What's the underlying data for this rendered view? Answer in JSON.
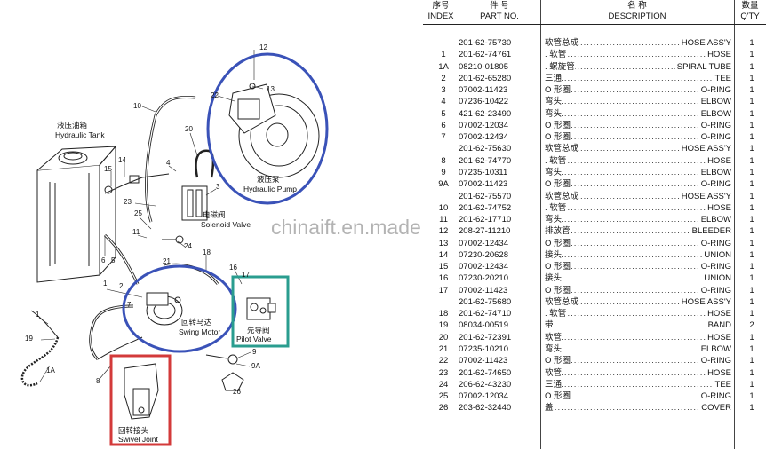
{
  "header": {
    "index_cn": "序号",
    "index_en": "INDEX",
    "partno_cn": "件    号",
    "partno_en": "PART NO.",
    "desc_cn": "名    称",
    "desc_en": "DESCRIPTION",
    "qty_cn": "数量",
    "qty_en": "Q'TY"
  },
  "rows": [
    {
      "idx": "",
      "pno": "201-62-75730",
      "cn": "软管总成",
      "en": "HOSE ASS'Y",
      "qty": "1"
    },
    {
      "idx": "1",
      "pno": "201-62-74761",
      "cn": ". 软管",
      "en": "HOSE",
      "qty": "1"
    },
    {
      "idx": "1A",
      "pno": "08210-01805",
      "cn": ". 螺旋管",
      "en": "SPIRAL TUBE",
      "qty": "1"
    },
    {
      "idx": "2",
      "pno": "201-62-65280",
      "cn": "三通",
      "en": "TEE",
      "qty": "1"
    },
    {
      "idx": "3",
      "pno": "07002-11423",
      "cn": "O 形圈",
      "en": "O-RING",
      "qty": "1"
    },
    {
      "idx": "4",
      "pno": "07236-10422",
      "cn": "弯头",
      "en": "ELBOW",
      "qty": "1"
    },
    {
      "idx": "5",
      "pno": "421-62-23490",
      "cn": "弯头",
      "en": "ELBOW",
      "qty": "1"
    },
    {
      "idx": "6",
      "pno": "07002-12034",
      "cn": "O 形圈",
      "en": "O-RING",
      "qty": "1"
    },
    {
      "idx": "7",
      "pno": "07002-12434",
      "cn": "O 形圈",
      "en": "O-RING",
      "qty": "1"
    },
    {
      "idx": "",
      "pno": "201-62-75630",
      "cn": "软管总成",
      "en": "HOSE ASS'Y",
      "qty": "1"
    },
    {
      "idx": "8",
      "pno": "201-62-74770",
      "cn": ". 软管",
      "en": "HOSE",
      "qty": "1"
    },
    {
      "idx": "9",
      "pno": "07235-10311",
      "cn": "弯头",
      "en": "ELBOW",
      "qty": "1"
    },
    {
      "idx": "9A",
      "pno": "07002-11423",
      "cn": "O 形圈",
      "en": "O-RING",
      "qty": "1"
    },
    {
      "idx": "",
      "pno": "201-62-75570",
      "cn": "软管总成",
      "en": "HOSE ASS'Y",
      "qty": "1"
    },
    {
      "idx": "10",
      "pno": "201-62-74752",
      "cn": ". 软管",
      "en": "HOSE",
      "qty": "1"
    },
    {
      "idx": "11",
      "pno": "201-62-17710",
      "cn": "弯头",
      "en": "ELBOW",
      "qty": "1"
    },
    {
      "idx": "12",
      "pno": "208-27-11210",
      "cn": "排放管",
      "en": "BLEEDER",
      "qty": "1"
    },
    {
      "idx": "13",
      "pno": "07002-12434",
      "cn": "O 形圈",
      "en": "O-RING",
      "qty": "1"
    },
    {
      "idx": "14",
      "pno": "07230-20628",
      "cn": "接头",
      "en": "UNION",
      "qty": "1"
    },
    {
      "idx": "15",
      "pno": "07002-12434",
      "cn": "O 形圈",
      "en": "O-RING",
      "qty": "1"
    },
    {
      "idx": "16",
      "pno": "07230-20210",
      "cn": "接头",
      "en": "UNION",
      "qty": "1"
    },
    {
      "idx": "17",
      "pno": "07002-11423",
      "cn": "O 形圈",
      "en": "O-RING",
      "qty": "1"
    },
    {
      "idx": "",
      "pno": "201-62-75680",
      "cn": "软管总成",
      "en": "HOSE ASS'Y",
      "qty": "1"
    },
    {
      "idx": "18",
      "pno": "201-62-74710",
      "cn": ". 软管",
      "en": "HOSE",
      "qty": "1"
    },
    {
      "idx": "19",
      "pno": "08034-00519",
      "cn": "带",
      "en": "BAND",
      "qty": "2"
    },
    {
      "idx": "20",
      "pno": "201-62-72391",
      "cn": "软管",
      "en": "HOSE",
      "qty": "1"
    },
    {
      "idx": "21",
      "pno": "07235-10210",
      "cn": "弯头",
      "en": "ELBOW",
      "qty": "1"
    },
    {
      "idx": "22",
      "pno": "07002-11423",
      "cn": "O 形圈",
      "en": "O-RING",
      "qty": "1"
    },
    {
      "idx": "23",
      "pno": "201-62-74650",
      "cn": "软管",
      "en": "HOSE",
      "qty": "1"
    },
    {
      "idx": "24",
      "pno": "206-62-43230",
      "cn": "三通",
      "en": "TEE",
      "qty": "1"
    },
    {
      "idx": "25",
      "pno": "07002-12034",
      "cn": "O 形圈",
      "en": "O-RING",
      "qty": "1"
    },
    {
      "idx": "26",
      "pno": "203-62-32440",
      "cn": "盖",
      "en": "COVER",
      "qty": "1"
    }
  ],
  "diagram": {
    "hydraulic_tank_cn": "液压油箱",
    "hydraulic_tank_en": "Hydraulic Tank",
    "hydraulic_pump_cn": "液压泵",
    "hydraulic_pump_en": "Hydraulic Pump",
    "solenoid_valve_cn": "电磁阀",
    "solenoid_valve_en": "Solenoid Valve",
    "swing_motor_cn": "回转马达",
    "swing_motor_en": "Swing Motor",
    "pilot_valve_cn": "先导阀",
    "pilot_valve_en": "Pilot Valve",
    "swivel_joint_cn": "回转接头",
    "swivel_joint_en": "Swivel Joint",
    "callouts": [
      "12",
      "13",
      "22",
      "10",
      "20",
      "14",
      "15",
      "4",
      "3",
      "23",
      "25",
      "24",
      "11",
      "6",
      "5",
      "18",
      "16",
      "17",
      "1",
      "19",
      "1A",
      "2",
      "7",
      "8",
      "9",
      "9A",
      "21",
      "26"
    ],
    "pump_circle_color": "#3a52b8",
    "motor_circle_color": "#3a52b8",
    "pilot_box_color": "#2a9d8f",
    "swivel_box_color": "#d33a3a"
  },
  "watermark": "chinaift.en.made"
}
